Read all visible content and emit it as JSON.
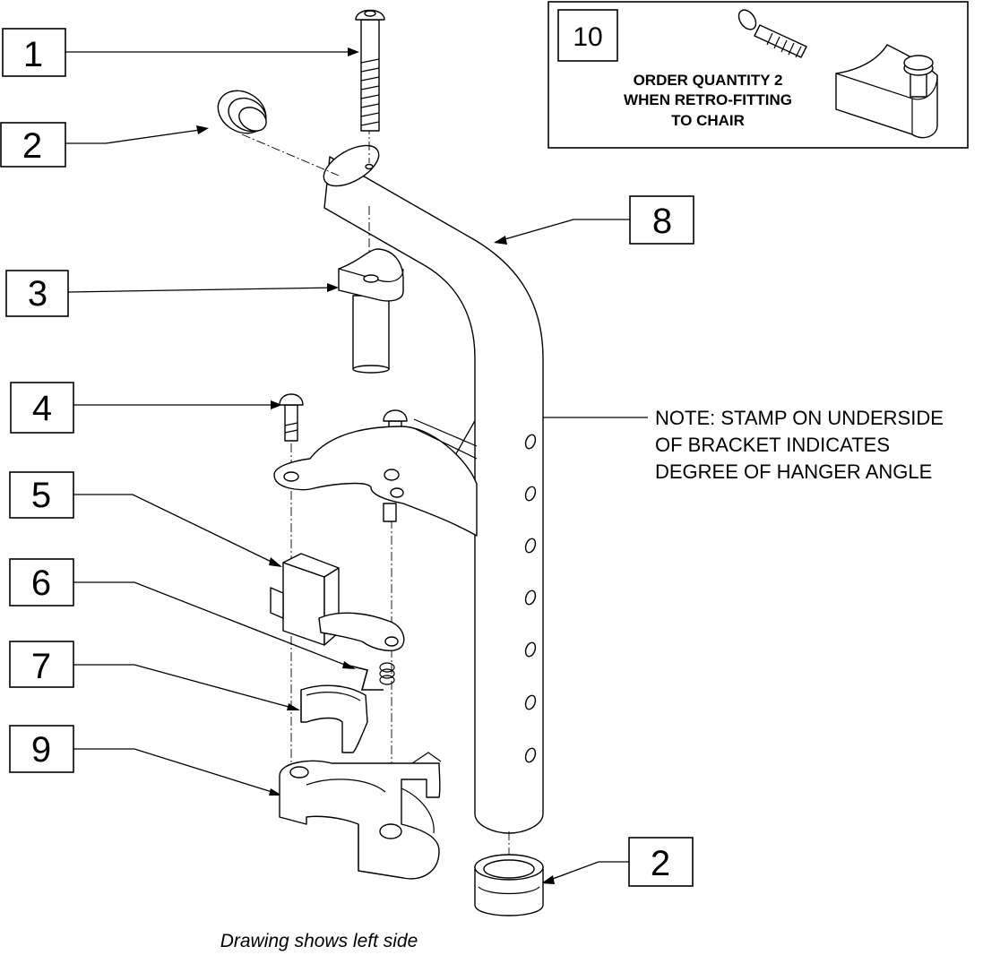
{
  "callouts": {
    "c1": "1",
    "c2_top": "2",
    "c3": "3",
    "c4": "4",
    "c5": "5",
    "c6": "6",
    "c7": "7",
    "c8": "8",
    "c9": "9",
    "c10": "10",
    "c2_bottom": "2"
  },
  "inset": {
    "order_line1": "ORDER QUANTITY 2",
    "order_line2": "WHEN RETRO-FITTING",
    "order_line3": "TO CHAIR"
  },
  "note": {
    "line1": "NOTE: STAMP ON UNDERSIDE",
    "line2": "OF BRACKET INDICATES",
    "line3": "DEGREE OF HANGER ANGLE"
  },
  "caption": "Drawing shows left side"
}
